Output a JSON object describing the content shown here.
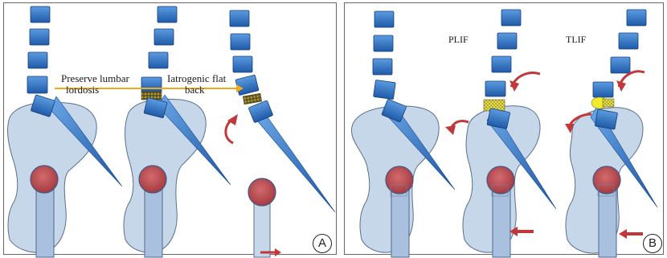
{
  "panel_a": {
    "label_preserve_line1": "Preserve lumbar",
    "label_preserve_line2": "lordosis",
    "label_iatrogenic_line1": "Iatrogenic flat",
    "label_iatrogenic_line2": "back",
    "panel_letter": "A"
  },
  "panel_b": {
    "label_plif": "PLIF",
    "label_tlif": "TLIF",
    "panel_letter": "B"
  },
  "colors": {
    "vertebra": "#2f6fc0",
    "pelvis": "#c6d7ea",
    "femoral_head": "#b5474c",
    "femur_shaft": "#a9c0de",
    "arrow_orange": "#f0a81f",
    "arrow_red": "#c0383a",
    "graft": "#8a7a2e",
    "graft_yellow": "#e6dc3a"
  }
}
